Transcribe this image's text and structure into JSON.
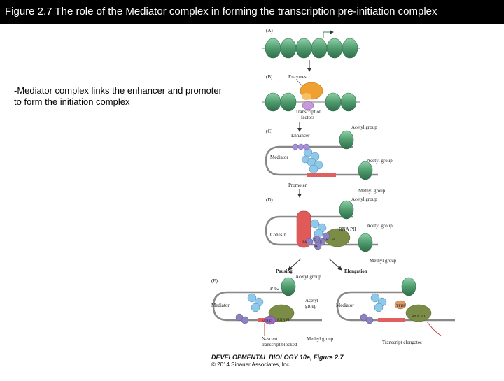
{
  "slide": {
    "title": "Figure 2.7  The role of the Mediator complex in forming the transcription pre-initiation complex",
    "bullet_line1": "-Mediator complex links the enhancer and promoter",
    "bullet_line2": "to form the initiation complex"
  },
  "figure": {
    "panels": {
      "A": "(A)",
      "B": "(B)",
      "C": "(C)",
      "D": "(D)",
      "E": "(E)"
    },
    "labels": {
      "enzymes": "Enzymes",
      "transcription": "Transcription",
      "factors": "factors",
      "acetyl_group": "Acetyl group",
      "enhancer": "Enhancer",
      "mediator": "Mediator",
      "promoter": "Promoter",
      "methyl_group": "Methyl group",
      "cohesin": "Cohesin",
      "rna_pol_ii": "RNA PII",
      "pausing": "Pausing",
      "elongation": "Elongation",
      "p_tefb": "P-b2",
      "acetyl": "Acetyl",
      "group": "group",
      "nelf": "NELF",
      "nascent": "Nascent",
      "transcript_blocked": "transcript blocked",
      "tfiif": "TFIIF",
      "transcript_elongates": "Transcript elongates",
      "gtf_e": "E",
      "gtf_h": "H",
      "gtf_ii": "IIA",
      "gtf_d": "D",
      "gtf_f": "F",
      "gtf_b": "IIB"
    },
    "credit_line1": "DEVELOPMENTAL BIOLOGY 10e, Figure 2.7",
    "credit_line2": "© 2014 Sinauer Associates, Inc."
  },
  "colors": {
    "title_bg": "#000000",
    "nucleosome": "#5aa57a",
    "nucleosome_dark": "#2f6d4a",
    "mediator": "#8fc8e8",
    "rna_pol": "#7a8c45",
    "enzyme": "#f0a030",
    "cohesin": "#e05a5a",
    "promoter_band": "#e06060",
    "gtf": "#8c82c0"
  }
}
